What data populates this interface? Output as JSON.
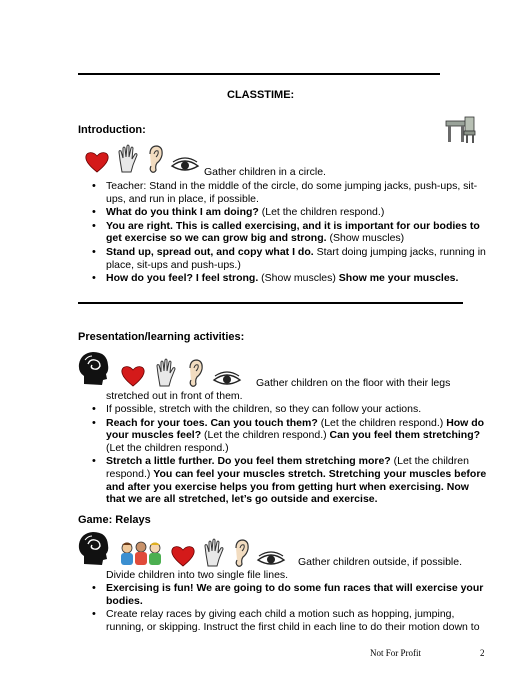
{
  "title": "CLASSTIME:",
  "intro": {
    "heading": "Introduction:",
    "lead": "Gather children in a circle.",
    "bullets": [
      {
        "plain": "Teacher: Stand in the middle of the circle, do some jumping jacks, push-ups, sit-ups, and run in place, if possible.",
        "bold": ""
      },
      {
        "bold": "What do you think I am doing?",
        "plain": " (Let the children respond.)"
      },
      {
        "bold": "You are right. This is called exercising, and it is important for our bodies to get exercise so we can grow big and strong.",
        "plain": " (Show muscles)"
      },
      {
        "bold": "Stand up, spread out, and copy what I do.",
        "plain": " Start doing jumping jacks, running in place, sit-ups and push-ups.)"
      },
      {
        "bold": "How do you feel? I feel strong.",
        "plain": " (Show muscles)  ",
        "bold2": "Show me your muscles."
      }
    ]
  },
  "presentation": {
    "heading": "Presentation/learning activities:",
    "lead_line1": "Gather children on the floor with their legs",
    "lead_line2": "stretched out in front of them.",
    "bullets": [
      {
        "plain": "If possible, stretch with the children, so they can follow your actions."
      },
      {
        "b1": "Reach for your toes. Can you touch them?",
        "p1": " (Let the children respond.) ",
        "b2": "How do your muscles feel?",
        "p2": " (Let the children respond.) ",
        "b3": "Can you feel them stretching?",
        "p3": " (Let the children respond.)"
      },
      {
        "b1": "Stretch a little further. Do you feel them stretching more?",
        "p1": " (Let the children respond.) ",
        "b2": "You can feel your muscles stretch. Stretching your muscles before and after you exercise helps you from getting hurt when exercising. Now that we are all stretched, let’s go outside and exercise."
      }
    ]
  },
  "game": {
    "heading": "Game: Relays",
    "lead_line1": "Gather children outside, if possible.",
    "lead_line2": "Divide children into two single file lines.",
    "bullets": [
      {
        "bold": "Exercising is fun! We are going to do some fun races that will exercise your bodies."
      },
      {
        "plain": "Create relay races by giving each child a motion such as hopping, jumping, running, or skipping. Instruct the first child in each line to do their motion down to"
      }
    ]
  },
  "footer": {
    "text": "Not For Profit",
    "page": "2"
  },
  "icons": [
    "heart-icon",
    "hand-icon",
    "ear-icon",
    "eye-icon",
    "head-icon",
    "children-group-icon",
    "desk-icon"
  ],
  "colors": {
    "heart": "#d41a1a",
    "text": "#000000"
  }
}
